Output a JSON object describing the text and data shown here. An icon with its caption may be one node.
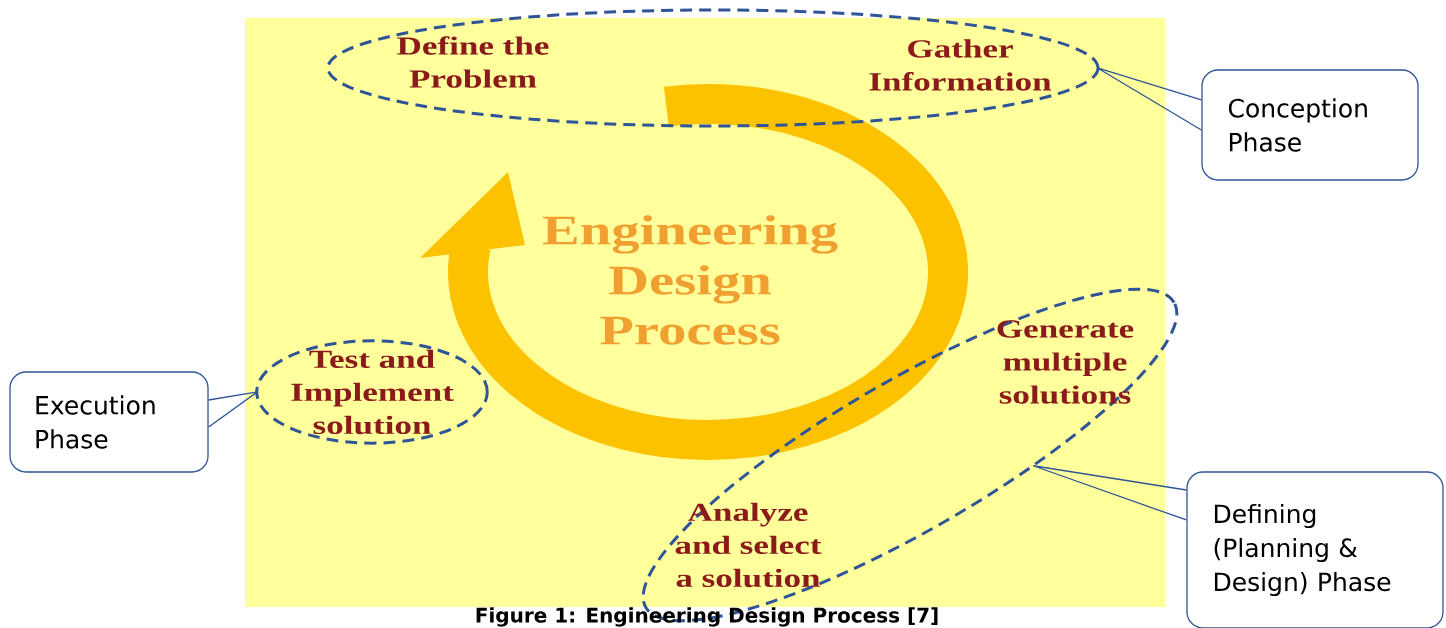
{
  "diagram": {
    "caption": "Figure 1: Engineering Design Process [7]",
    "nodes": [
      {
        "text": [],
        "shape": "ellipse"
      },
      {
        "text": [
          "Define the Problem"
        ],
        "in": 0
      },
      {
        "text": [
          "Gather Information"
        ],
        "in": 0
      },
      {
        "text": [],
        "shape": "ellipse"
      },
      {
        "text": [
          "Generate multiple solutions"
        ],
        "in": 3
      },
      {
        "text": [
          "Analyze and select a solution"
        ],
        "in": 3
      },
      {
        "text": [
          "Test and Implement solution"
        ]
      },
      {
        "text": [
          "Conception Phase"
        ]
      },
      {
        "text": [
          "Execution Phase"
        ]
      },
      {
        "text": [
          "Defining (Planning & Design) Phase"
        ]
      }
    ],
    "edges": [
      {
        "from": 7,
        "to": 0,
        "arrow": "none"
      },
      {
        "from": 8,
        "to": 6,
        "arrow": "none"
      },
      {
        "from": 9,
        "to": 3,
        "arrow": "none"
      }
    ],
    "labels": [
      "Engineering Design Process"
    ]
  }
}
